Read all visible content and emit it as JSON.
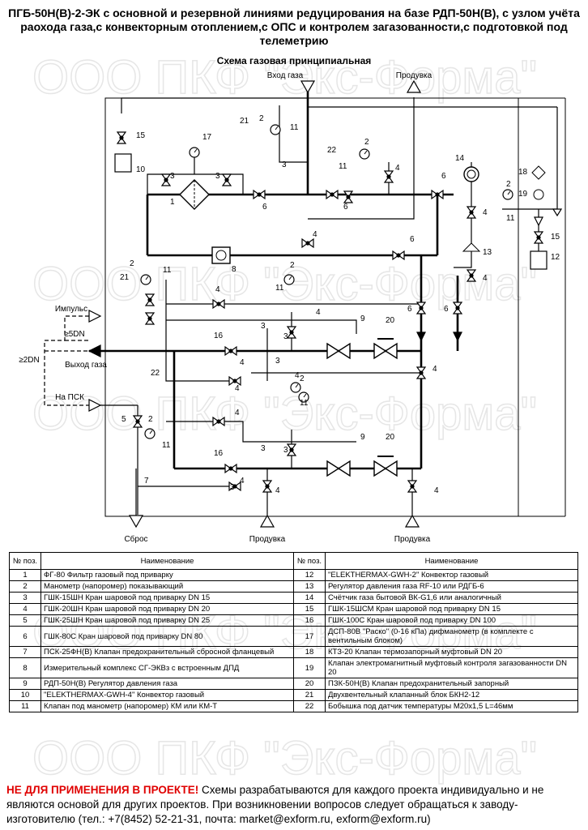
{
  "title": "ПГБ-50Н(В)-2-ЭК с основной и резервной линиями редуцирования на базе РДП-50Н(В), с узлом учёта раохода газа,с конвекторным отоплением,с ОПС и контролем загазованности,с подготовкой под телеметрию",
  "subtitle": "Схема газовая принципиальная",
  "watermark": "ООО ПКФ \"Экс-Форма\"",
  "labels": {
    "inlet": "Вход газа",
    "purge_top": "Продувка",
    "purge_bottom_1": "Продувка",
    "purge_bottom_2": "Продувка",
    "impulse": "Импульс",
    "outlet": "Выход газа",
    "to_psk": "На ПСК",
    "discharge": "Сброс",
    "dn5": "≥5DN",
    "dn2": "≥2DN"
  },
  "table": {
    "header_no": "№ поз.",
    "header_name": "Наименование",
    "left": [
      {
        "no": "1",
        "name": "ФГ-80 Фильтр газовый под приварку"
      },
      {
        "no": "2",
        "name": "Манометр (напоромер) показывающий"
      },
      {
        "no": "3",
        "name": "ГШК-15ШН Кран шаровой под приварку DN 15"
      },
      {
        "no": "4",
        "name": "ГШК-20ШН Кран шаровой под приварку DN 20"
      },
      {
        "no": "5",
        "name": "ГШК-25ШН Кран шаровой под приварку DN 25"
      },
      {
        "no": "6",
        "name": "ГШК-80С Кран шаровой под приварку DN 80"
      },
      {
        "no": "7",
        "name": "ПСК-25ФН(В) Клапан предохранительный сбросной фланцевый"
      },
      {
        "no": "8",
        "name": "Измерительный комплекс СГ-ЭКВз с встроенным ДПД"
      },
      {
        "no": "9",
        "name": "РДП-50Н(В) Регулятор давления газа"
      },
      {
        "no": "10",
        "name": "\"ELEKTHERMAX-GWH-4\" Конвектор газовый"
      },
      {
        "no": "11",
        "name": "Клапан под манометр (напоромер) КМ или КМ-Т"
      }
    ],
    "right": [
      {
        "no": "12",
        "name": "\"ELEKTHERMAX-GWH-2\" Конвектор газовый"
      },
      {
        "no": "13",
        "name": "Регулятор давления газа RF-10 или РДГБ-6"
      },
      {
        "no": "14",
        "name": "Счётчик газа бытовой ВК-G1,6 или аналогичный"
      },
      {
        "no": "15",
        "name": "ГШК-15ШСМ Кран шаровой под приварку DN 15"
      },
      {
        "no": "16",
        "name": "ГШК-100С Кран шаровой под приварку DN 100"
      },
      {
        "no": "17",
        "name": "ДСП-80В \"Раско\" (0-16 кПа) дифманометр (в комплекте с вентильным блоком)"
      },
      {
        "no": "18",
        "name": "КТЗ-20 Клапан термозапорный муфтовый DN 20"
      },
      {
        "no": "19",
        "name": "Клапан электромагнитный муфтовый контроля загазованности DN 20"
      },
      {
        "no": "20",
        "name": "ПЗК-50Н(В) Клапан предохранительный запорный"
      },
      {
        "no": "21",
        "name": "Двухвентельный клапанный блок БКН2-12"
      },
      {
        "no": "22",
        "name": "Бобышка под датчик температуры М20х1,5  L=46мм"
      }
    ]
  },
  "footer": {
    "warning": "НЕ ДЛЯ ПРИМЕНЕНИЯ В ПРОЕКТЕ!",
    "text": " Схемы разрабатываются для каждого проекта индивидуально и не являются основой для других проектов. При возникновении вопросов следует обращаться к заводу-изготовителю (тел.: +7(8452) 52-21-31, почта: market@exform.ru, exform@exform.ru)"
  }
}
